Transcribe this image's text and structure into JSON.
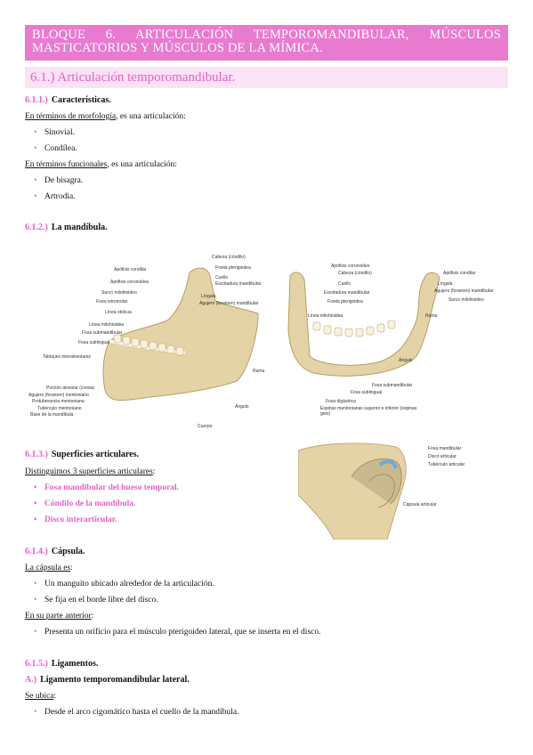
{
  "block_title": "BLOQUE 6. ARTICULACIÓN TEMPOROMANDIBULAR, MÚSCULOS MASTICATORIOS Y MÚSCULOS DE LA MÍMICA.",
  "section_title": "6.1.) Articulación temporomandibular.",
  "s611": {
    "num": "6.1.1.)",
    "title": "Características.",
    "line1_u": "En términos de morfología",
    "line1_rest": ", es una articulación:",
    "items1": [
      "Sinovial.",
      "Condílea."
    ],
    "line2_u": "En términos funcionales",
    "line2_rest": ", es una articulación:",
    "items2": [
      "De bisagra.",
      "Artrodia."
    ]
  },
  "s612": {
    "num": "6.1.2.)",
    "title": "La mandíbula.",
    "fig_left_labels": [
      "Cabeza (cóndilo)",
      "Fosita pterigoidea",
      "Apófisis condilar",
      "Cuello",
      "Apófisis coronoides",
      "Escotadura mandibular",
      "Surco milohioideo",
      "Língula",
      "Fosa retromolar",
      "Agujero (foramen) mandibular",
      "Línea oblicua",
      "Línea milohioidea",
      "Fosa submandibular",
      "Fosa sublingual",
      "Tabiques interalveolares",
      "Rama",
      "Porción alveolar (cresta)",
      "Agujero (foramen) mentoniano",
      "Protuberancia mentoniana",
      "Tubérculo mentoniano",
      "Base de la mandíbula",
      "Ángulo",
      "Cuerpo"
    ],
    "fig_right_labels": [
      "Apófisis coronoides",
      "Cabeza (cóndilo)",
      "Apófisis condilar",
      "Cuello",
      "Língula",
      "Escotadura mandibular",
      "Agujero (foramen) mandibular",
      "Fosita pterigoidea",
      "Surco milohioideo",
      "Línea milohioidea",
      "Rama",
      "Ángulo",
      "Fosa submandibular",
      "Fosa sublingual",
      "Fosa digástrica",
      "Espinas mentonianas superior e inferior (espinas geni)"
    ]
  },
  "s613": {
    "num": "6.1.3.)",
    "title": "Superficies articulares.",
    "line_u": "Distinguimos 3 superficies articulares",
    "line_rest": ":",
    "items": [
      "Fosa mandibular del hueso temporal.",
      "Cóndilo de la mandíbula.",
      "Disco interarticular."
    ],
    "fig_labels": [
      "Fosa mandibular",
      "Disco articular",
      "Tubérculo articular",
      "Cápsula articular"
    ]
  },
  "s614": {
    "num": "6.1.4.)",
    "title": "Cápsula.",
    "line1_u": "La cápsula es",
    "line1_rest": ":",
    "items1": [
      "Un manguito ubicado alrededor de la articulación.",
      "Se fija en el borde libre del disco."
    ],
    "line2_u": "En su parte anterior",
    "line2_rest": ":",
    "items2": [
      "Presenta un orificio para el músculo pterigoideo lateral, que se inserta en el disco."
    ]
  },
  "s615": {
    "num": "6.1.5.)",
    "title": "Ligamentos.",
    "sub_num": "A.)",
    "sub_title": "Ligamento temporomandibular lateral.",
    "line_u": "Se ubica",
    "line_rest": ":",
    "items": [
      "Desde el arco cigomático hasta el cuello de la mandíbula."
    ]
  },
  "colors": {
    "accent": "#e85fc8",
    "header_bg": "#e87bd0",
    "section_bg": "#fbe3f6",
    "bone": "#e6d9b8"
  }
}
